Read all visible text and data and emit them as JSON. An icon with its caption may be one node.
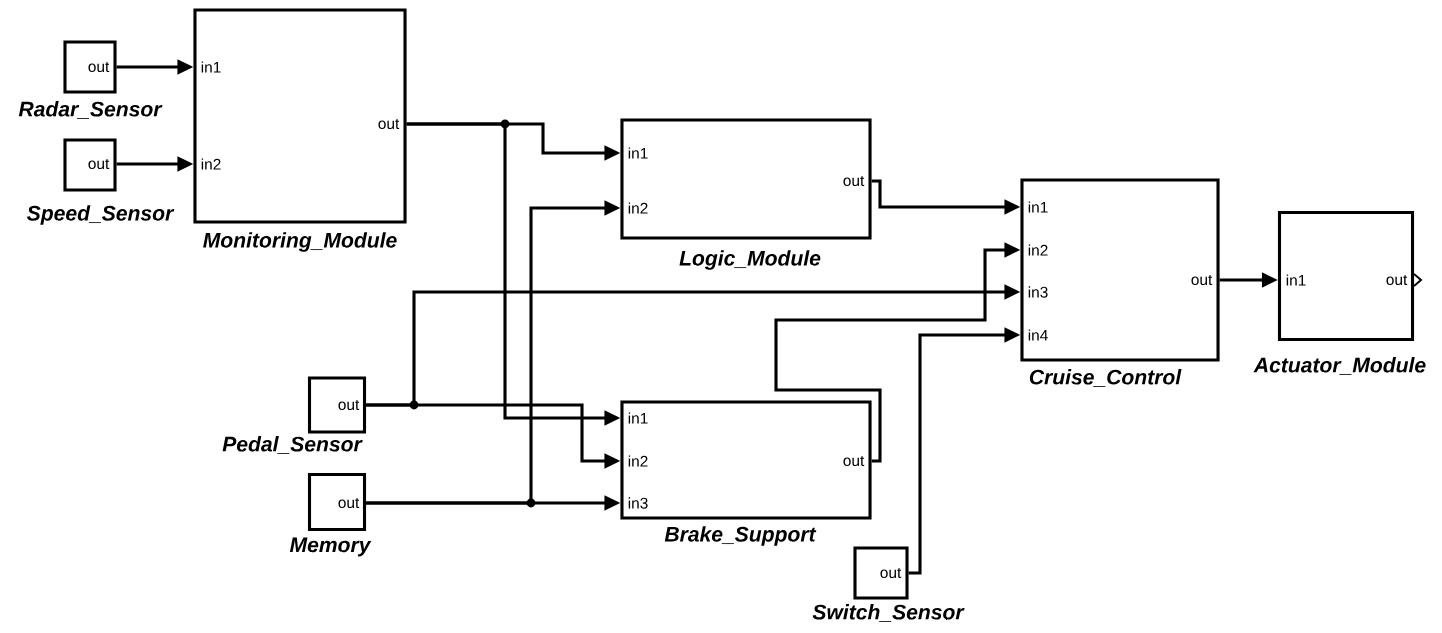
{
  "diagram": {
    "nodes": [
      {
        "text": [
          "out",
          "Radar_Sensor"
        ]
      },
      {
        "text": [
          "in1",
          "in2",
          "out",
          "Monitoring_Module"
        ]
      },
      {
        "text": [
          "out",
          "Speed_Sensor"
        ]
      },
      {
        "text": [
          "in1",
          "in2",
          "out",
          "Logic_Module"
        ]
      },
      {
        "text": [
          "in1",
          "in2",
          "in3",
          "in4",
          "out",
          "Cruise_Control"
        ]
      },
      {
        "text": [
          "in1",
          "out",
          "Actuator_Module"
        ]
      },
      {
        "text": [
          "out",
          "Pedal_Sensor"
        ]
      },
      {
        "text": [
          "in1",
          "in2",
          "in3",
          "out",
          "Brake_Support"
        ]
      },
      {
        "text": [
          "out",
          "Memory"
        ]
      },
      {
        "text": [
          "out",
          "Switch_Sensor"
        ]
      }
    ],
    "edges": [
      {
        "from": 0,
        "to": 1,
        "arrow": "to"
      },
      {
        "from": 2,
        "to": 1,
        "arrow": "to"
      },
      {
        "from": 1,
        "to": 3,
        "arrow": "to"
      },
      {
        "from": 1,
        "to": 7,
        "arrow": "to"
      },
      {
        "from": 8,
        "to": 7,
        "arrow": "to"
      },
      {
        "from": 8,
        "to": 3,
        "arrow": "to"
      },
      {
        "from": 6,
        "to": 7,
        "arrow": "to"
      },
      {
        "from": 6,
        "to": 4,
        "arrow": "to"
      },
      {
        "from": 3,
        "to": 4,
        "arrow": "to"
      },
      {
        "from": 7,
        "to": 4,
        "arrow": "to"
      },
      {
        "from": 9,
        "to": 4,
        "arrow": "to"
      },
      {
        "from": 4,
        "to": 5,
        "arrow": "to"
      }
    ]
  }
}
